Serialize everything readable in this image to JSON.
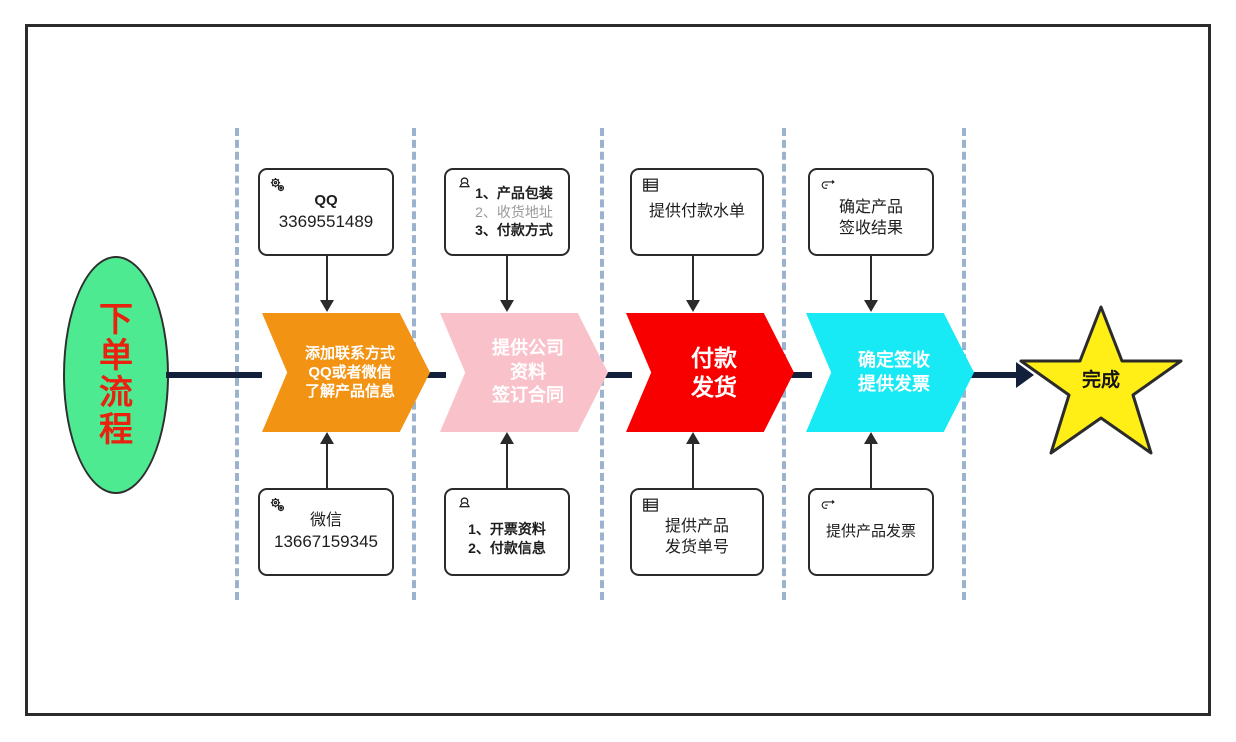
{
  "diagram": {
    "title": "下单流程",
    "start": {
      "label": "下单流程",
      "fill": "#4dea92",
      "text_color": "#e8220e"
    },
    "end": {
      "label": "完成",
      "fill": "#ffef16",
      "text_color": "#141414"
    },
    "connector_color": "#12203c",
    "lane_divider_color": "#9cb3cf",
    "stages": [
      {
        "id": "stage-1",
        "chevron": {
          "lines": [
            "添加联系方式",
            "QQ或者微信",
            "了解产品信息"
          ],
          "fill": "#f39314",
          "text_color": "#ffffff"
        },
        "top_note": {
          "icon": "gears-icon",
          "lines": [
            {
              "text": "QQ",
              "style": "bold"
            },
            {
              "text": "3369551489",
              "style": "normal"
            }
          ]
        },
        "bottom_note": {
          "icon": "gears-icon",
          "lines": [
            {
              "text": "微信",
              "style": "normal"
            },
            {
              "text": "13667159345",
              "style": "normal"
            }
          ]
        }
      },
      {
        "id": "stage-2",
        "chevron": {
          "lines": [
            "提供公司",
            "资料",
            "签订合同"
          ],
          "fill": "#f9c2cb",
          "text_color": "#ffffff"
        },
        "top_note": {
          "icon": "user-icon",
          "lines": [
            {
              "text": "1、产品包装",
              "style": "bold"
            },
            {
              "text": "2、收货地址",
              "style": "dim"
            },
            {
              "text": "3、付款方式",
              "style": "bold"
            }
          ]
        },
        "bottom_note": {
          "icon": "user-icon",
          "lines": [
            {
              "text": "1、开票资料",
              "style": "bold"
            },
            {
              "text": "2、付款信息",
              "style": "bold"
            }
          ]
        }
      },
      {
        "id": "stage-3",
        "chevron": {
          "lines": [
            "付款",
            "发货"
          ],
          "fill": "#f80000",
          "text_color": "#ffffff"
        },
        "top_note": {
          "icon": "list-icon",
          "lines": [
            {
              "text": "提供付款水单",
              "style": "normal"
            }
          ]
        },
        "bottom_note": {
          "icon": "list-icon",
          "lines": [
            {
              "text": "提供产品",
              "style": "normal"
            },
            {
              "text": "发货单号",
              "style": "normal"
            }
          ]
        }
      },
      {
        "id": "stage-4",
        "chevron": {
          "lines": [
            "确定签收",
            "提供发票"
          ],
          "fill": "#18eaf5",
          "text_color": "#ffffff"
        },
        "top_note": {
          "icon": "pointing-hand-icon",
          "lines": [
            {
              "text": "确定产品",
              "style": "normal"
            },
            {
              "text": "签收结果",
              "style": "normal"
            }
          ]
        },
        "bottom_note": {
          "icon": "pointing-hand-icon",
          "lines": [
            {
              "text": "提供产品发票",
              "style": "normal"
            }
          ]
        }
      }
    ]
  }
}
